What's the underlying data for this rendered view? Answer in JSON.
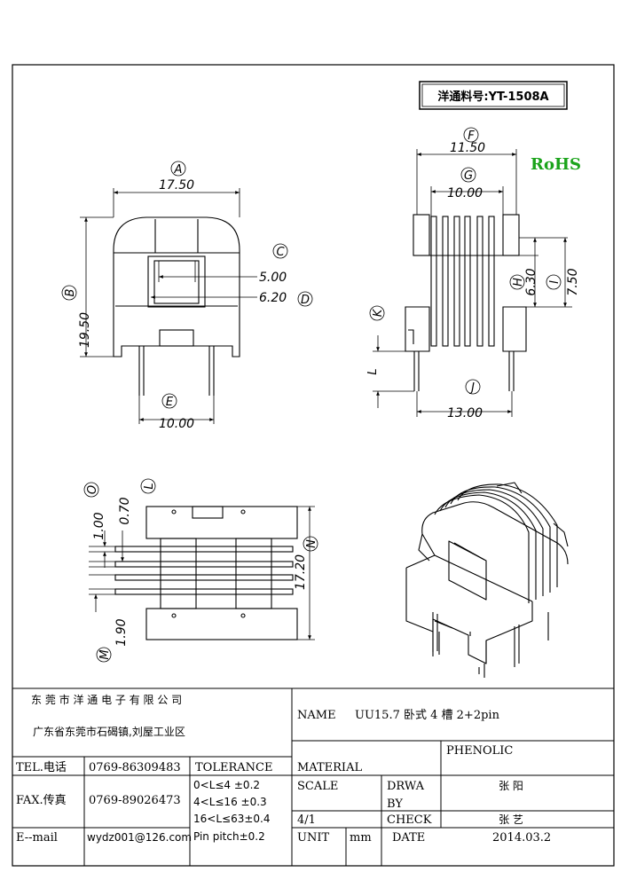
{
  "part_number_box": "洋通料号:YT-1508A",
  "rohs": "RoHS",
  "colors": {
    "rohs": "#1aa31a",
    "line": "#000000"
  },
  "front_view": {
    "dim_A": {
      "letter": "A",
      "value": "17.50"
    },
    "dim_B": {
      "letter": "B",
      "value": "19.50"
    },
    "dim_C": {
      "letter": "C",
      "value": "5.00"
    },
    "dim_D": {
      "letter": "D",
      "value": "6.20"
    },
    "dim_E": {
      "letter": "E",
      "value": "10.00"
    }
  },
  "side_view": {
    "dim_F": {
      "letter": "F",
      "value": "11.50"
    },
    "dim_G": {
      "letter": "G",
      "value": "10.00"
    },
    "dim_H": {
      "letter": "H",
      "value": "6.30"
    },
    "dim_I": {
      "letter": "I",
      "value": "7.50"
    },
    "dim_J": {
      "letter": "J",
      "value": "13.00"
    },
    "dim_K": {
      "letter": "K",
      "value": ""
    },
    "dim_L": {
      "letter": "L",
      "value": ""
    }
  },
  "top_view": {
    "dim_O": {
      "letter": "O",
      "value": "1.00"
    },
    "dim_L2": {
      "letter": "L",
      "value": "0.70"
    },
    "dim_N": {
      "letter": "N",
      "value": "17.20"
    },
    "dim_M": {
      "letter": "M",
      "value": "1.90"
    }
  },
  "title_block": {
    "company_name": "东 莞 市 洋 通 电 子 有 限 公 司",
    "company_address": "广东省东莞市石碣镇,刘屋工业区",
    "name_label": "NAME",
    "name_value": "UU15.7 卧式 4 槽 2+2pin",
    "tel_label": "TEL.电话",
    "tel_value": "0769-86309483",
    "fax_label": "FAX.传真",
    "fax_value": "0769-89026473",
    "email_label": "E--mail",
    "email_value": "wydz001@126.com",
    "tolerance_label": "TOLERANCE",
    "tolerance_rows": [
      "0<L≤4  ±0.2",
      "4<L≤16 ±0.3",
      "16<L≤63±0.4",
      "Pin pitch±0.2"
    ],
    "material_label": "MATERIAL",
    "material_value": "PHENOLIC",
    "scale_label": "SCALE",
    "scale_value": "4/1",
    "drawn_by_label_1": "DRWA",
    "drawn_by_label_2": "BY",
    "drawn_by_value": "张 阳",
    "check_label": "CHECK",
    "check_value": "张 艺",
    "unit_label": "UNIT",
    "unit_value": "mm",
    "date_label": "DATE",
    "date_value": "2014.03.2"
  }
}
